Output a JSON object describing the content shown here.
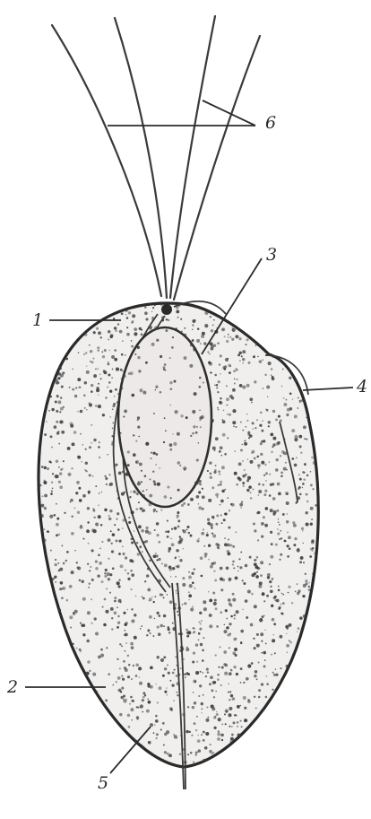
{
  "diagram": {
    "labels": [
      {
        "id": "label-1",
        "text": "1"
      },
      {
        "id": "label-2",
        "text": "2"
      },
      {
        "id": "label-3",
        "text": "3"
      },
      {
        "id": "label-4",
        "text": "4"
      },
      {
        "id": "label-5",
        "text": "5"
      },
      {
        "id": "label-6",
        "text": "6"
      }
    ],
    "colors": {
      "ink": "#2b2b2b",
      "cytoplasm": "#f1efee",
      "stipple": "#3b3b3b",
      "background": "#ffffff"
    },
    "icon": "organism-illustration"
  }
}
